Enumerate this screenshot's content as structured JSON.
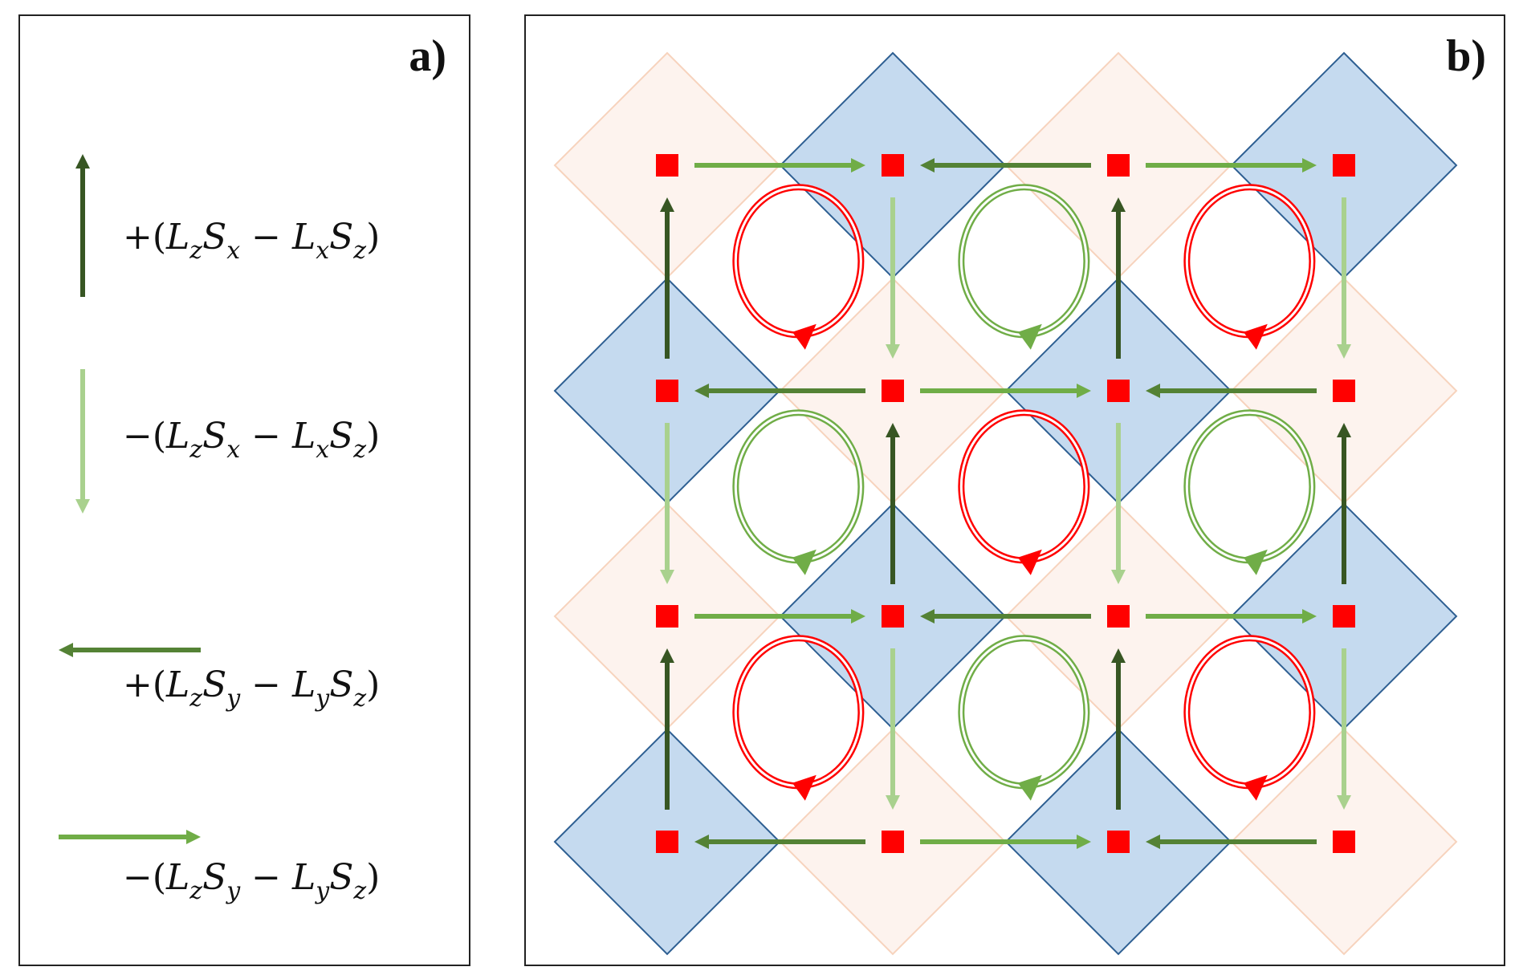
{
  "panels": {
    "a": {
      "label": "a)"
    },
    "b": {
      "label": "b)"
    }
  },
  "legend": [
    {
      "id": "plus-x",
      "sign": "+",
      "sub_mid": "x",
      "sub_last": "z",
      "color": "#375623",
      "direction": "up"
    },
    {
      "id": "minus-x",
      "sign": "−",
      "sub_mid": "x",
      "sub_last": "z",
      "color": "#a9d18e",
      "direction": "down"
    },
    {
      "id": "plus-y",
      "sign": "+",
      "sub_mid": "y",
      "sub_last": "z",
      "color": "#548235",
      "direction": "left"
    },
    {
      "id": "minus-y",
      "sign": "−",
      "sub_mid": "y",
      "sub_last": "z",
      "color": "#70ad47",
      "direction": "right"
    }
  ],
  "colors": {
    "blue_fill": "#c5daef",
    "blue_stroke": "#2e5f92",
    "peach_fill": "#fdf3ee",
    "peach_stroke": "#f7d3bd",
    "site": "#ff0000",
    "curl_red": "#ff0000",
    "curl_green": "#70ad47"
  },
  "lattice": {
    "rows": 4,
    "cols": 4,
    "cell_types": [
      [
        "peach",
        "blue",
        "peach",
        "blue"
      ],
      [
        "blue",
        "peach",
        "blue",
        "peach"
      ],
      [
        "peach",
        "blue",
        "peach",
        "blue"
      ],
      [
        "blue",
        "peach",
        "blue",
        "peach"
      ]
    ],
    "horizontal_arrows": [
      [
        "minus-y",
        "plus-y",
        "minus-y"
      ],
      [
        "plus-y",
        "minus-y",
        "plus-y"
      ],
      [
        "minus-y",
        "plus-y",
        "minus-y"
      ],
      [
        "plus-y",
        "minus-y",
        "plus-y"
      ]
    ],
    "vertical_arrows": [
      [
        "plus-x",
        "minus-x",
        "plus-x",
        "minus-x"
      ],
      [
        "minus-x",
        "plus-x",
        "minus-x",
        "plus-x"
      ],
      [
        "plus-x",
        "minus-x",
        "plus-x",
        "minus-x"
      ]
    ],
    "curls": [
      [
        "red",
        "green",
        "red"
      ],
      [
        "green",
        "red",
        "green"
      ],
      [
        "red",
        "green",
        "red"
      ]
    ]
  }
}
